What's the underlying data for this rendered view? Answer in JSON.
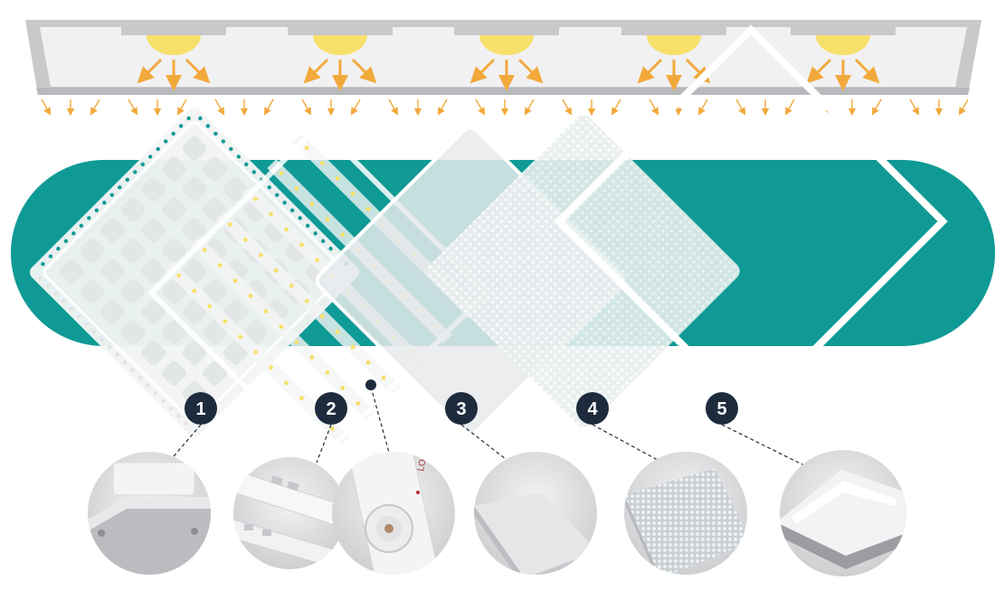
{
  "colors": {
    "teal": "#0f9a95",
    "badge": "#1d2b3c",
    "led": "#f7e06a",
    "arrow": "#f2a93b",
    "panel_frame": "#c9c9cc",
    "panel_face": "#f1f1f3"
  },
  "top_panel": {
    "leds": [
      "led-1",
      "led-2",
      "led-3",
      "led-4",
      "led-5"
    ]
  },
  "layers": [
    {
      "number": "1",
      "name": "back-plate"
    },
    {
      "number": "2",
      "name": "led-strips"
    },
    {
      "number": "3",
      "name": "light-guide"
    },
    {
      "number": "4",
      "name": "diffuser"
    },
    {
      "number": "5",
      "name": "frame"
    }
  ],
  "detail_photos": {
    "led_strip_print": "LO"
  },
  "icons": [
    "sun-led-icon",
    "light-arrow-icon",
    "number-badge-icon"
  ]
}
